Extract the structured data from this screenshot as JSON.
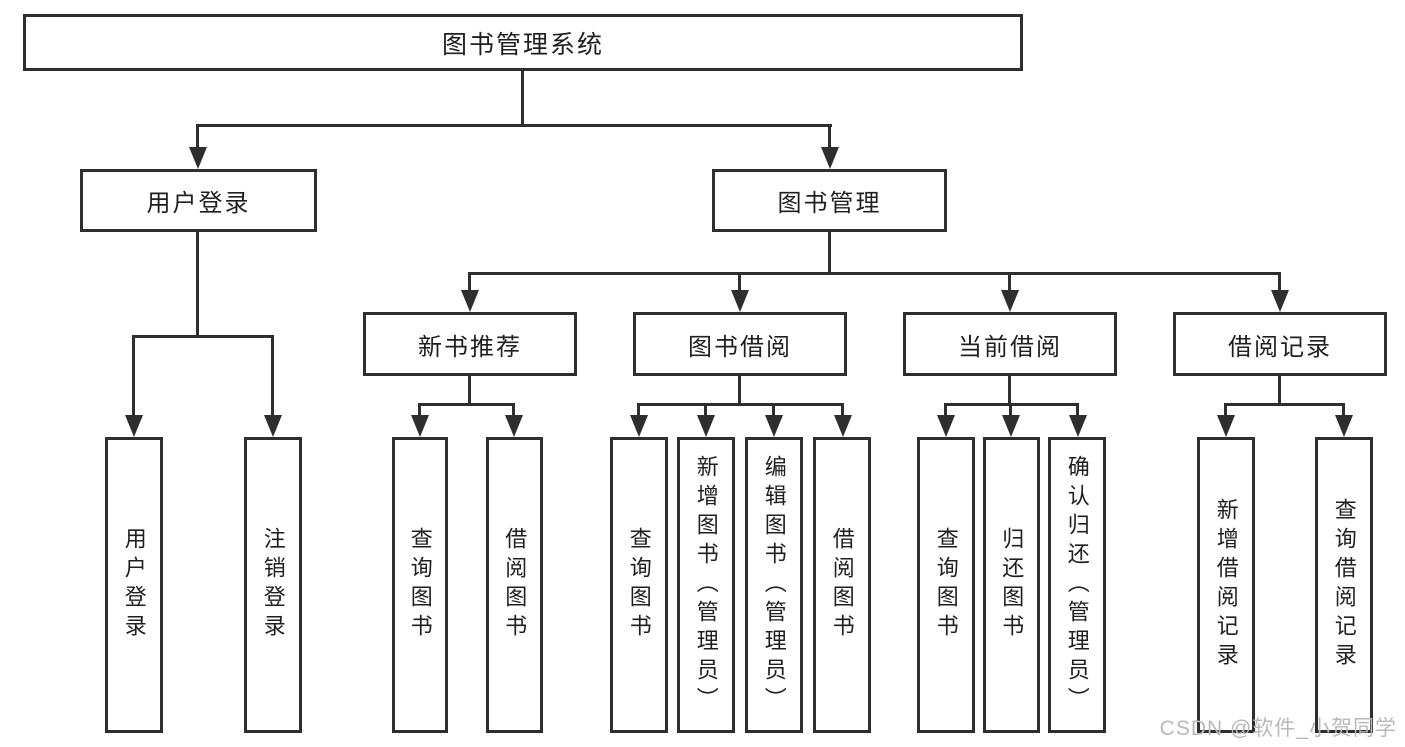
{
  "diagram": {
    "title_node": "图书管理系统",
    "level2": {
      "user_login": "用户登录",
      "book_management": "图书管理"
    },
    "level3": {
      "new_book_recommend": "新书推荐",
      "book_borrow": "图书借阅",
      "current_borrow": "当前借阅",
      "borrow_record": "借阅记录"
    },
    "user_login_children": {
      "login": "用户登录",
      "logout": "注销登录"
    },
    "new_book_children": {
      "query": "查询图书",
      "borrow": "借阅图书"
    },
    "book_borrow_children": {
      "query": "查询图书",
      "add": "新增图书（管理员）",
      "edit": "编辑图书（管理员）",
      "borrow": "借阅图书"
    },
    "current_borrow_children": {
      "query": "查询图书",
      "return": "归还图书",
      "confirm_return": "确认归还（管理员）"
    },
    "borrow_record_children": {
      "add": "新增借阅记录",
      "query": "查询借阅记录"
    }
  },
  "watermark": {
    "text": "CSDN @软件_小贺同学"
  },
  "colors": {
    "line": "#2e2e2e",
    "text": "#1f1f1f",
    "watermark": "#b9b9b9",
    "background": "#ffffff"
  }
}
